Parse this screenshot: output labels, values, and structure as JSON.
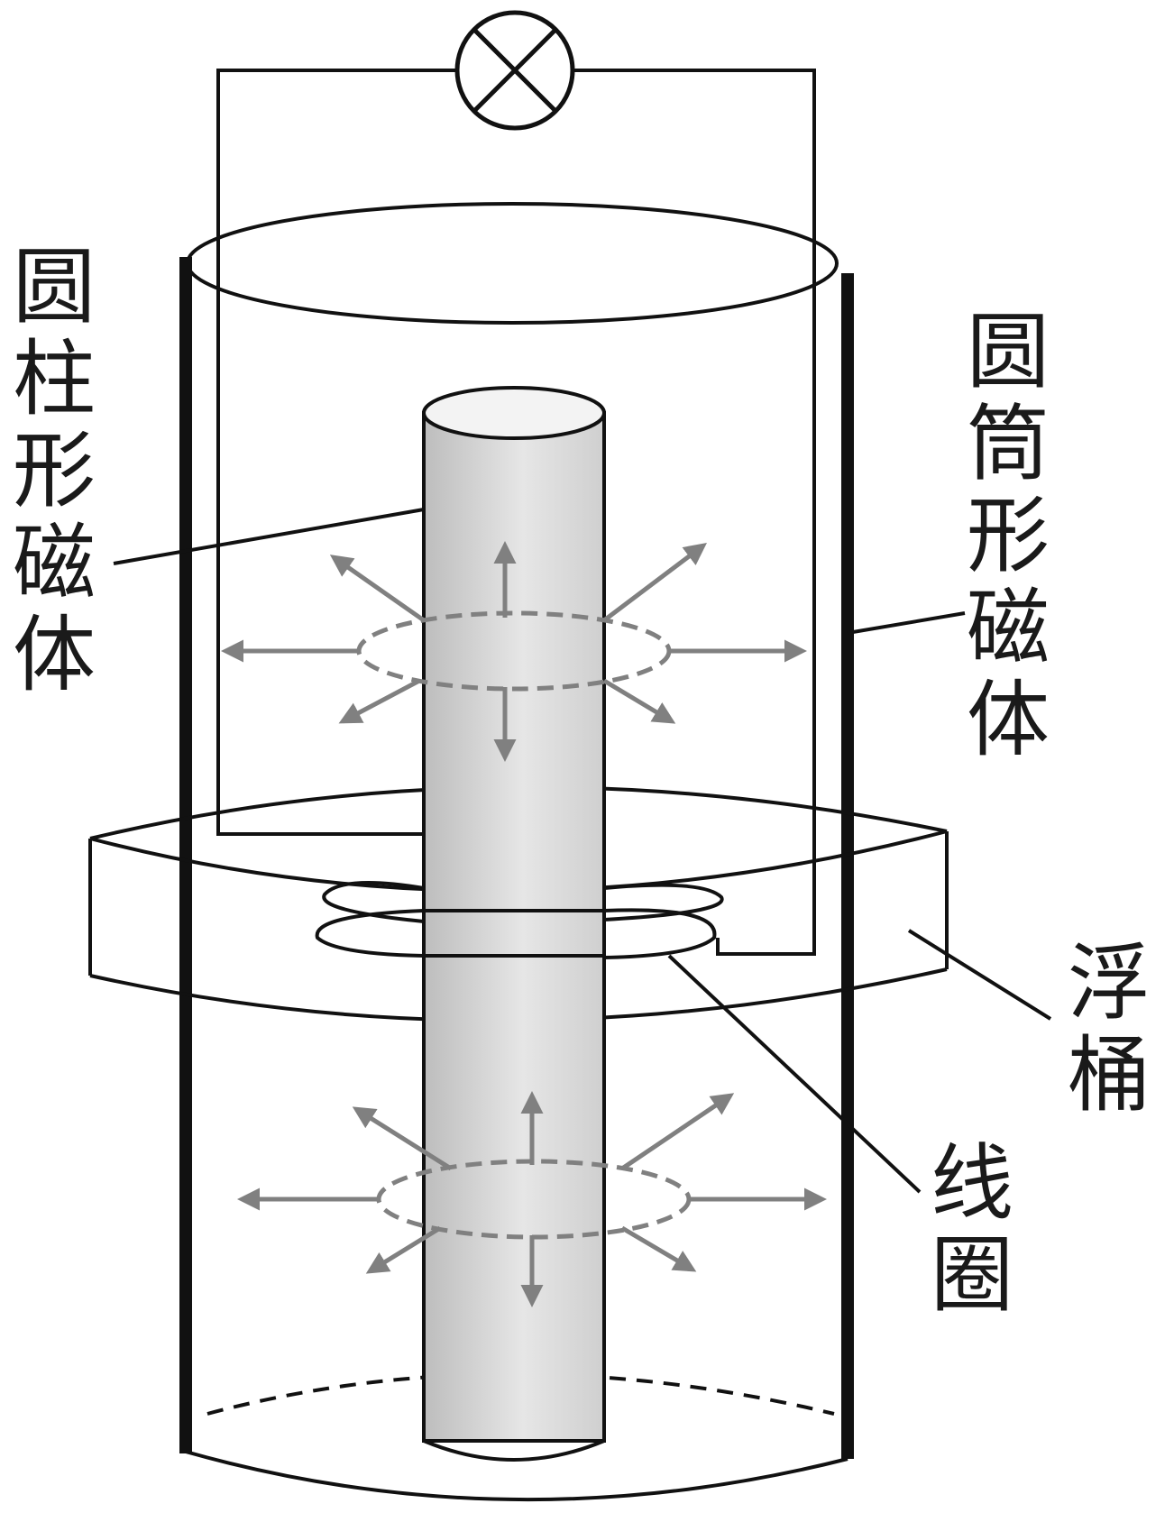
{
  "labels": {
    "cylinder_magnet": "圆柱形磁体",
    "tube_magnet": "圆筒形磁体",
    "float_bucket": "浮桶",
    "coil": "线圈"
  },
  "icons": {
    "lamp": "lamp-cross-icon",
    "field_arrow": "arrow-icon"
  },
  "colors": {
    "line": "#111111",
    "field_arrow": "#808080",
    "rod_fill": "#d6d6d6",
    "background": "#ffffff"
  }
}
